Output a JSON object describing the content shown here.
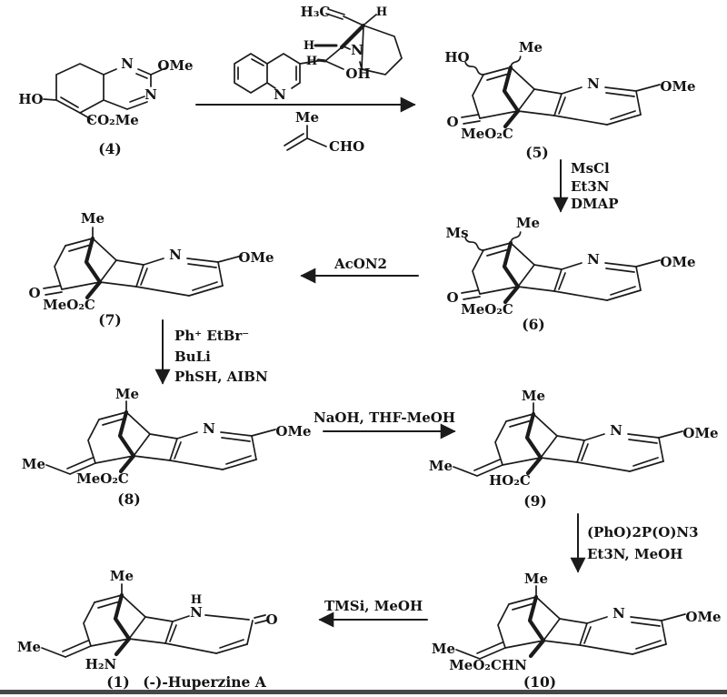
{
  "compounds": {
    "c4": {
      "id_label": "(4)",
      "atoms": {
        "ho": "HO",
        "ester": "CO₂Me",
        "n1": "N",
        "n3": "N",
        "ome": "OMe"
      }
    },
    "catalyst": {
      "atoms": {
        "h3c": "H₃C",
        "h_vinyl": "H",
        "h_c8": "H",
        "h_c9": "H",
        "n_quinuclidine": "N",
        "oh": "OH",
        "n_quinoline": "N"
      }
    },
    "methacrolein": {
      "atoms": {
        "me": "Me",
        "cho": "CHO"
      }
    },
    "c5": {
      "id_label": "(5)",
      "atoms": {
        "ho": "HO",
        "me": "Me",
        "o": "O",
        "ester": "MeO₂C",
        "n": "N",
        "ome": "OMe"
      }
    },
    "c6": {
      "id_label": "(6)",
      "atoms": {
        "ms": "Ms",
        "me": "Me",
        "o": "O",
        "ester": "MeO₂C",
        "n": "N",
        "ome": "OMe"
      }
    },
    "c7": {
      "id_label": "(7)",
      "atoms": {
        "me": "Me",
        "o": "O",
        "ester": "MeO₂C",
        "n": "N",
        "ome": "OMe"
      }
    },
    "c8": {
      "id_label": "(8)",
      "atoms": {
        "me_top": "Me",
        "me_left": "Me",
        "ester": "MeO₂C",
        "n": "N",
        "ome": "OMe"
      }
    },
    "c9": {
      "id_label": "(9)",
      "atoms": {
        "me_top": "Me",
        "me_left": "Me",
        "acid": "HO₂C",
        "n": "N",
        "ome": "OMe"
      }
    },
    "c10": {
      "id_label": "(10)",
      "atoms": {
        "me_top": "Me",
        "me_left": "Me",
        "carbamate": "MeO₂CHN",
        "n": "N",
        "ome": "OMe"
      }
    },
    "c1": {
      "id_label": "(1)",
      "name": "(-)-Huperzine A",
      "atoms": {
        "me_top": "Me",
        "me_left": "Me",
        "amine": "H₂N",
        "n": "N",
        "h": "H",
        "o": "O"
      }
    }
  },
  "reagents": {
    "step_5_to_6": {
      "line1": "MsCl",
      "line2": "Et3N",
      "line3": "DMAP"
    },
    "step_6_to_7": {
      "line1": "AcON2"
    },
    "step_7_to_8": {
      "line1": "Ph⁺ EtBr⁻",
      "line2": "BuLi",
      "line3": "PhSH, AIBN"
    },
    "step_8_to_9": {
      "line1": "NaOH, THF-MeOH"
    },
    "step_9_to_10": {
      "line1": "(PhO)2P(O)N3",
      "line2": "Et3N, MeOH"
    },
    "step_10_to_1": {
      "line1": "TMSi, MeOH"
    }
  }
}
